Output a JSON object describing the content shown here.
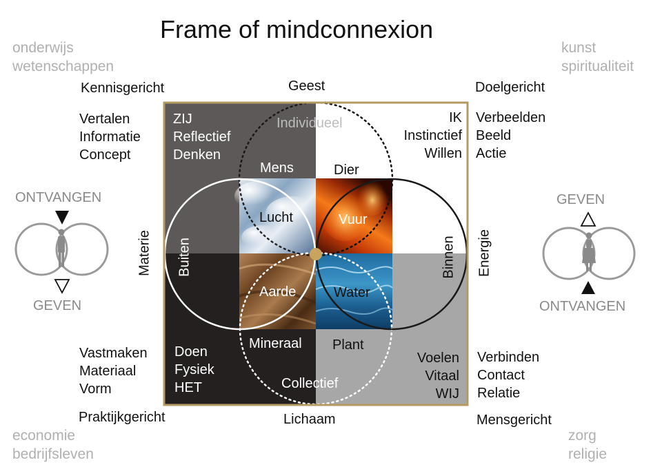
{
  "title": "Frame of mindconnexion",
  "corners": {
    "top_left": [
      "onderwijs",
      "wetenschappen"
    ],
    "top_right": [
      "kunst",
      "spiritualiteit"
    ],
    "bottom_left": [
      "economie",
      "bedrijfsleven"
    ],
    "bottom_right": [
      "zorg",
      "religie"
    ]
  },
  "orientation": {
    "top_left": "Kennisgericht",
    "top_right": "Doelgericht",
    "bottom_left": "Praktijkgericht",
    "bottom_right": "Mensgericht"
  },
  "axes": {
    "top": "Geest",
    "bottom": "Lichaam",
    "left": "Materie",
    "right": "Energie"
  },
  "outer_lists": {
    "left_top": [
      "Vertalen",
      "Informatie",
      "Concept"
    ],
    "right_top": [
      "Verbeelden",
      "Beeld",
      "Actie"
    ],
    "left_bottom": [
      "Vastmaken",
      "Materiaal",
      "Vorm"
    ],
    "right_bottom": [
      "Verbinden",
      "Contact",
      "Relatie"
    ]
  },
  "quadrants": {
    "top_left": [
      "ZIJ",
      "Reflectief",
      "Denken"
    ],
    "top_right": [
      "IK",
      "Instinctief",
      "Willen"
    ],
    "bottom_left": [
      "Doen",
      "Fysiek",
      "HET"
    ],
    "bottom_right": [
      "Voelen",
      "Vitaal",
      "WIJ"
    ]
  },
  "circles": {
    "top": "Individueel",
    "bottom": "Collectief",
    "left": "Buiten",
    "right": "Binnen"
  },
  "kingdoms": {
    "top_left": "Mens",
    "top_right": "Dier",
    "bottom_left": "Mineraal",
    "bottom_right": "Plant"
  },
  "elements": {
    "top_left": "Lucht",
    "top_right": "Vuur",
    "bottom_left": "Aarde",
    "bottom_right": "Water"
  },
  "side_figures": {
    "left": {
      "top": "ONTVANGEN",
      "bottom": "GEVEN"
    },
    "right": {
      "top": "GEVEN",
      "bottom": "ONTVANGEN"
    }
  },
  "colors": {
    "frame": "#b39a62",
    "quad_top_left": "#5e5959",
    "quad_top_right": "#ffffff",
    "quad_bottom_left": "#252020",
    "quad_bottom_right": "#a7a7a7",
    "center_dot": "#c8a45e",
    "gray_text": "#b0b0b0"
  },
  "icons": {
    "left_arrow_top": "triangle-down-filled",
    "left_arrow_bottom": "triangle-down-outline",
    "right_arrow_top": "triangle-up-outline",
    "right_arrow_bottom": "triangle-up-filled",
    "left_figure": "male-figure",
    "right_figure": "female-figure"
  }
}
